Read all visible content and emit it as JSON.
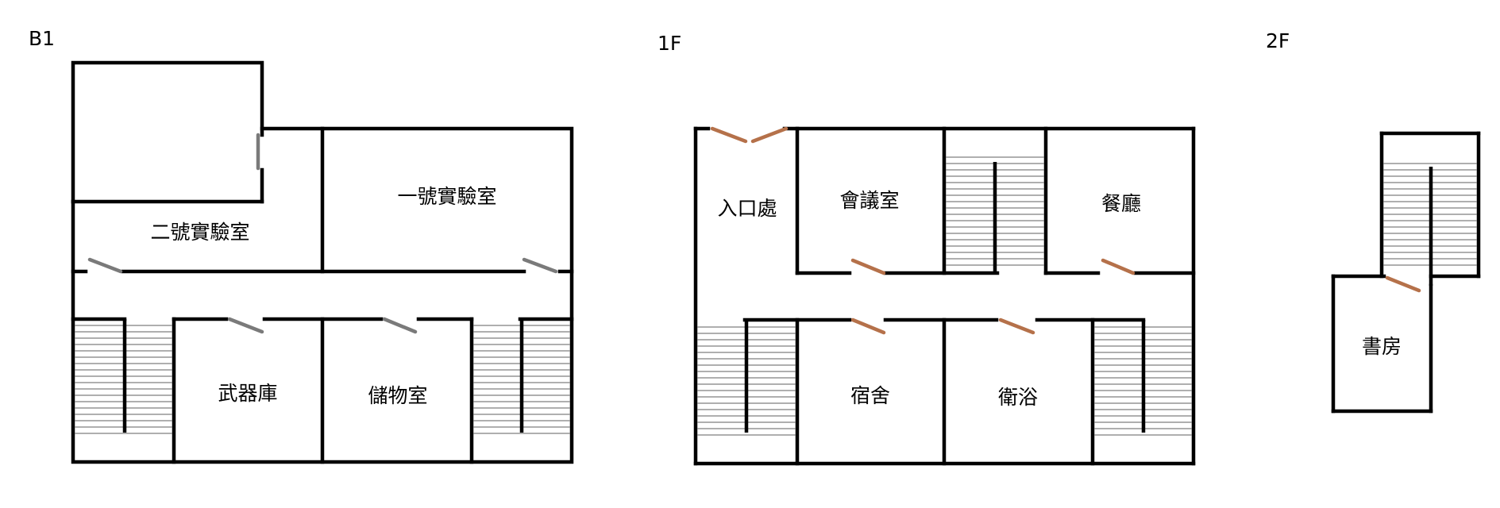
{
  "floors": [
    {
      "label": "B1",
      "rooms": [
        "一號實驗室",
        "二號實驗室",
        "武器庫",
        "儲物室"
      ]
    },
    {
      "label": "1F",
      "rooms": [
        "入口處",
        "會議室",
        "餐廳",
        "宿舍",
        "衛浴"
      ]
    },
    {
      "label": "2F",
      "rooms": [
        "書房"
      ]
    }
  ],
  "colors": {
    "wall": "#000000",
    "door_b1": "#7a7a7a",
    "door_upper": "#b5714a",
    "stair": "#7f7f7f"
  }
}
